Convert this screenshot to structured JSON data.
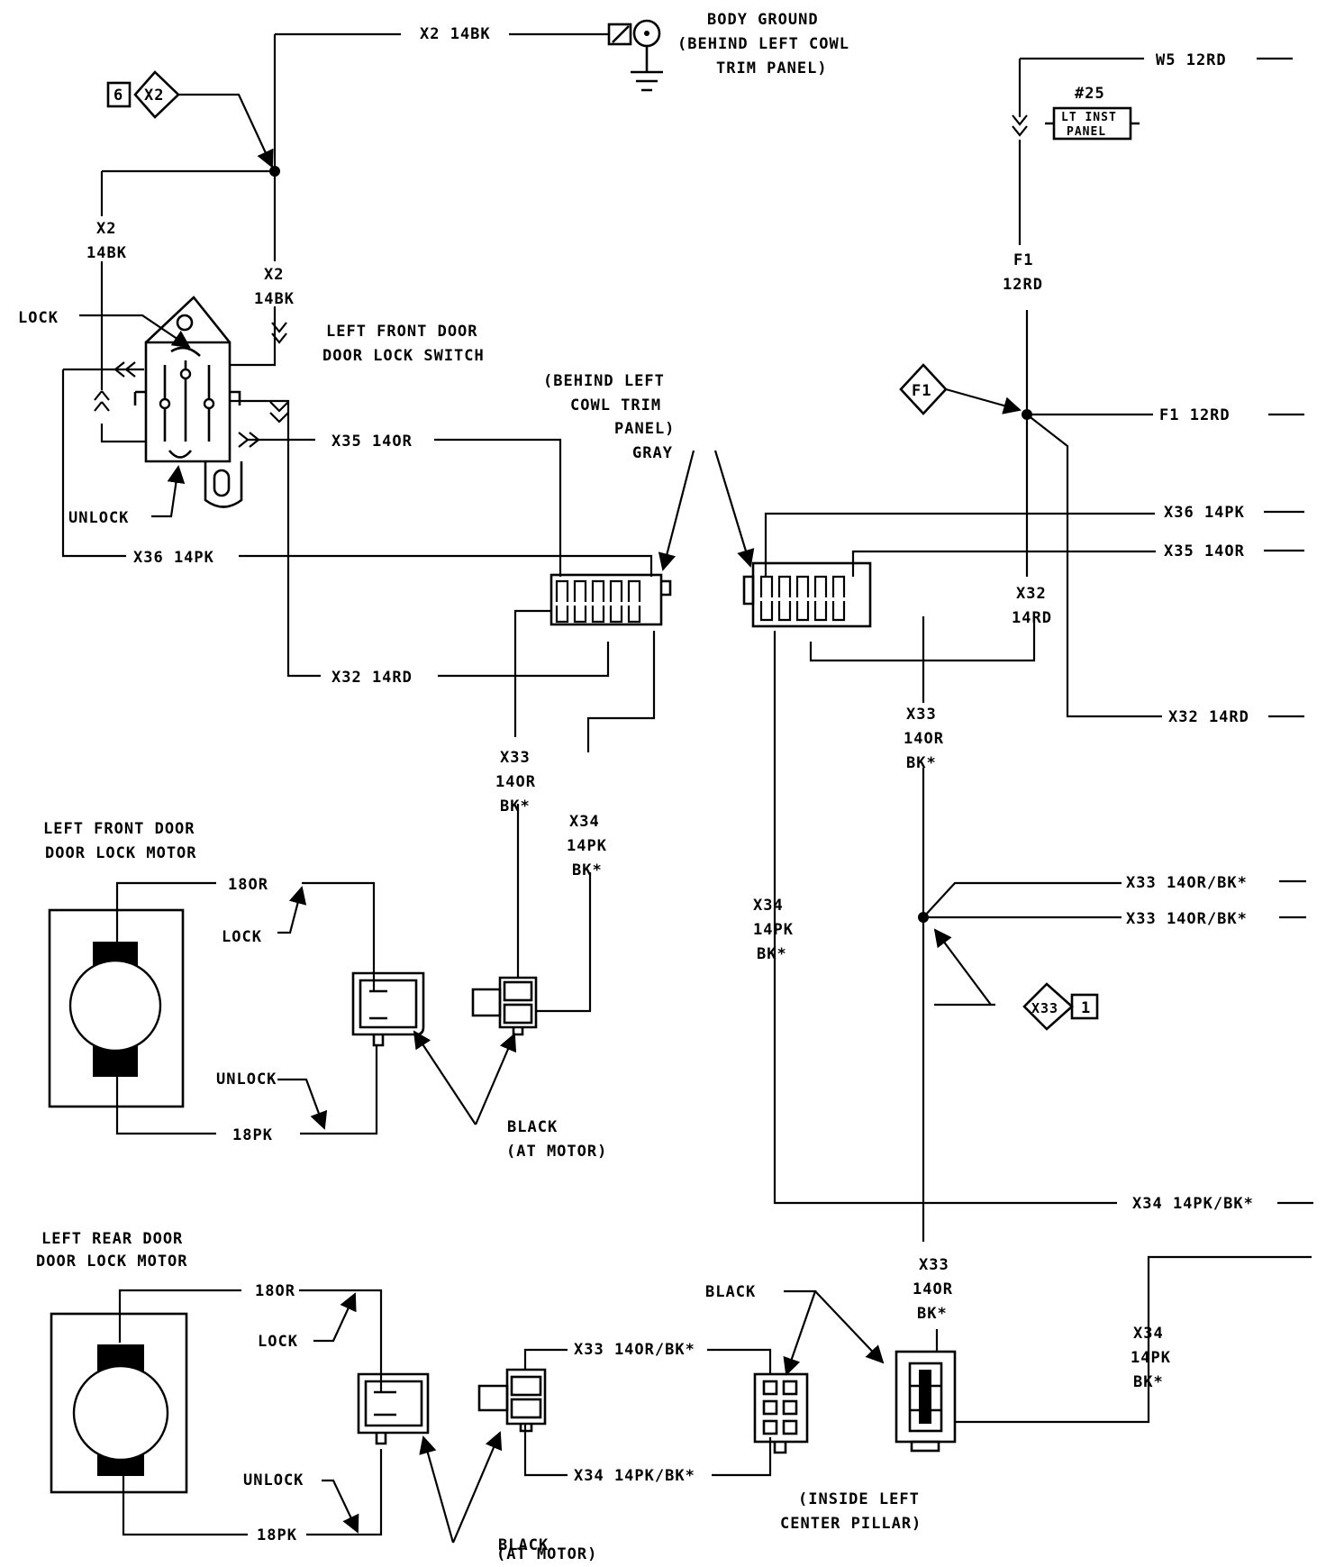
{
  "labels": {
    "x2_14bk_top": "X2 14BK",
    "body_ground_1": "BODY GROUND",
    "body_ground_2": "(BEHIND LEFT COWL",
    "body_ground_3": "TRIM PANEL)",
    "w5_12rd": "W5 12RD",
    "fuse_25": "#25",
    "lt_inst_1": "LT INST",
    "lt_inst_2": "PANEL",
    "diamond_x2_num": "6",
    "diamond_x2": "X2",
    "x2_left_a": "X2",
    "x2_left_b": "14BK",
    "x2_mid_a": "X2",
    "x2_mid_b": "14BK",
    "f1_a": "F1",
    "f1_b": "12RD",
    "lock_switch": "LOCK",
    "unlock_switch": "UNLOCK",
    "lfd_switch_1": "LEFT FRONT DOOR",
    "lfd_switch_2": "DOOR LOCK SWITCH",
    "diamond_f1": "F1",
    "f1_12rd_right": "F1 12RD",
    "cowl_1": "(BEHIND LEFT",
    "cowl_2": "COWL TRIM",
    "cowl_3": "PANEL)",
    "cowl_4": "GRAY",
    "x35_14or_left": "X35 14OR",
    "x36_14pk_right": "X36 14PK",
    "x35_14or_right": "X35 14OR",
    "x36_14pk_left": "X36 14PK",
    "x32_right_a": "X32",
    "x32_right_b": "14RD",
    "x32_14rd_left": "X32 14RD",
    "x32_14rd_right": "X32 14RD",
    "x33_mid_a": "X33",
    "x33_mid_b": "14OR",
    "x33_mid_c": "BK*",
    "x33_right_a": "X33",
    "x33_right_b": "14OR",
    "x33_right_c": "BK*",
    "x34_mid_a": "X34",
    "x34_mid_b": "14PK",
    "x34_mid_c": "BK*",
    "lfm_1": "LEFT FRONT DOOR",
    "lfm_2": "DOOR LOCK MOTOR",
    "f_18or": "18OR",
    "f_lock": "LOCK",
    "f_unlock": "UNLOCK",
    "f_18pk": "18PK",
    "x34_center_a": "X34",
    "x34_center_b": "14PK",
    "x34_center_c": "BK*",
    "x33_orbk_1": "X33 14OR/BK*",
    "x33_orbk_2": "X33 14OR/BK*",
    "diamond_x33": "X33",
    "diamond_x33_num": "1",
    "black_front_1": "BLACK",
    "black_front_2": "(AT MOTOR)",
    "x34_pkbk_right": "X34 14PK/BK*",
    "lrm_1": "LEFT REAR DOOR",
    "lrm_2": "DOOR LOCK MOTOR",
    "r_18or": "18OR",
    "r_lock": "LOCK",
    "r_unlock": "UNLOCK",
    "r_18pk": "18PK",
    "x33_bot_a": "X33",
    "x33_bot_b": "14OR",
    "x33_bot_c": "BK*",
    "black_pillar": "BLACK",
    "x34_bot_a": "X34",
    "x34_bot_b": "14PK",
    "x34_bot_c": "BK*",
    "x33_orbk_rear": "X33 14OR/BK*",
    "x34_pkbk_rear": "X34 14PK/BK*",
    "pillar_1": "(INSIDE LEFT",
    "pillar_2": "CENTER PILLAR)",
    "black_rear_1": "BLACK",
    "black_rear_2": "(AT MOTOR)"
  }
}
